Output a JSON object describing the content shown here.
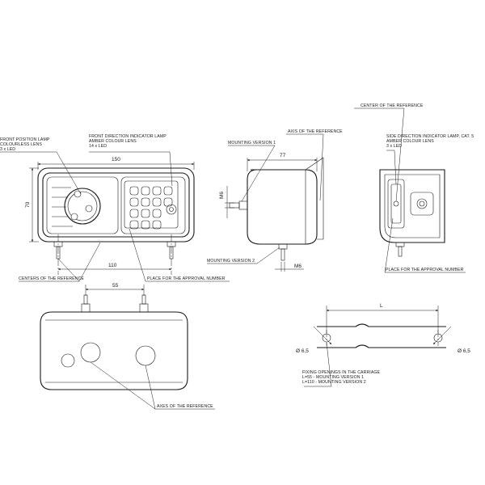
{
  "front_view": {
    "label_front_position": "FRONT POSITION LAMP",
    "label_colourless": "COLOURLESS LENS",
    "label_3xled": "3 x LED",
    "label_direction": "FRONT DIRECTION INDICATOR LAMP",
    "label_amber": "AMBER COLOUR LENS",
    "label_14xled": "14 x LED",
    "dim_width": "150",
    "dim_height": "70",
    "dim_centers": "110",
    "label_centers": "CENTERS OF THE REFERENCE",
    "label_approval": "PLACE FOR THE APPROVAL NUMBER"
  },
  "side_view": {
    "label_axis": "AXIS OF THE REFERENCE",
    "label_mount1": "MOUNTING VERSION 1",
    "dim_depth": "77",
    "dim_m6_vertical": "M6",
    "label_mount2": "MOUNTING VERSION 2",
    "dim_m6": "M6"
  },
  "side_lamp_view": {
    "label_center": "CENTER OF THE REFERENCE",
    "label_side_indicator": "SIDE DIRECTION INDICATOR LAMP, CAT. 5",
    "label_amber": "AMBER COLOUR LENS",
    "label_3xled": "3 x LED",
    "label_approval": "PLACE FOR THE APPROVAL NUMBER"
  },
  "bottom_view": {
    "dim_studs": "55",
    "label_axes": "AXES OF THE REFERENCE"
  },
  "mounting_holes": {
    "dim_L": "L",
    "dim_left": "Ø 6,5",
    "dim_right": "Ø 6,5",
    "note_line1": "FIXING OPENINGS IN THE CARRIAGE",
    "note_line2": "L=55 - MOUNTING VERSION 1",
    "note_line3": "L=110 - MOUNTING VERSION 2"
  }
}
